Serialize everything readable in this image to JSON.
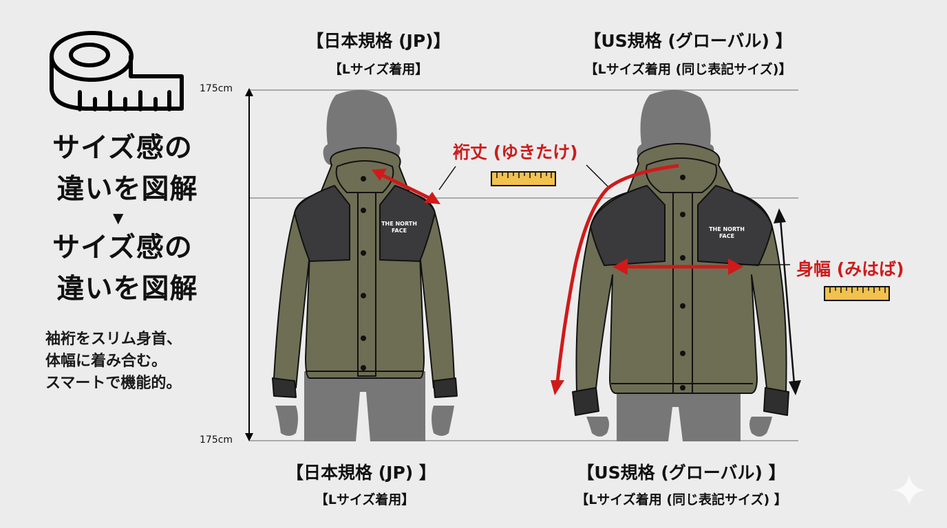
{
  "sidebar": {
    "icon": "measuring-tape-icon",
    "title_1": [
      "サイズ感の",
      "違いを図解"
    ],
    "arrow": "▼",
    "title_2": [
      "サイズ感の",
      "違いを図解"
    ],
    "description": [
      "袖裄をスリム身首、",
      "体幅に着み合む。",
      "スマートで機能的。"
    ]
  },
  "height_scale": {
    "top_label": "175cm",
    "bottom_label": "175cm"
  },
  "jp": {
    "header_title": "【日本規格 (JP)】",
    "header_subtitle": "【Lサイズ着用】",
    "footer_title": "【日本規格 (JP) 】",
    "footer_subtitle": "【Lサイズ着用】",
    "logo_text": [
      "THE",
      "NORTH",
      "FACE"
    ]
  },
  "us": {
    "header_title": "【US規格 (グローバル) 】",
    "header_subtitle": "【Lサイズ着用 (同じ表記サイズ)】",
    "footer_title": "【US規格 (グローバル) 】",
    "footer_subtitle": "【Lサイズ着用 (同じ表記サイズ) 】",
    "logo_text": [
      "THE",
      "NORTH",
      "FACE"
    ]
  },
  "annotations": {
    "sleeve_length": "裄丈 (ゆきたけ)",
    "body_width": "身幅 (みはば)"
  },
  "colors": {
    "background": "#ececec",
    "jacket_olive": "#6e6e55",
    "jacket_dark": "#3a3a3c",
    "silhouette": "#777777",
    "accent_red": "#d01a1a",
    "ruler_yellow": "#f2c14e"
  },
  "watermark": "sparkle-icon"
}
